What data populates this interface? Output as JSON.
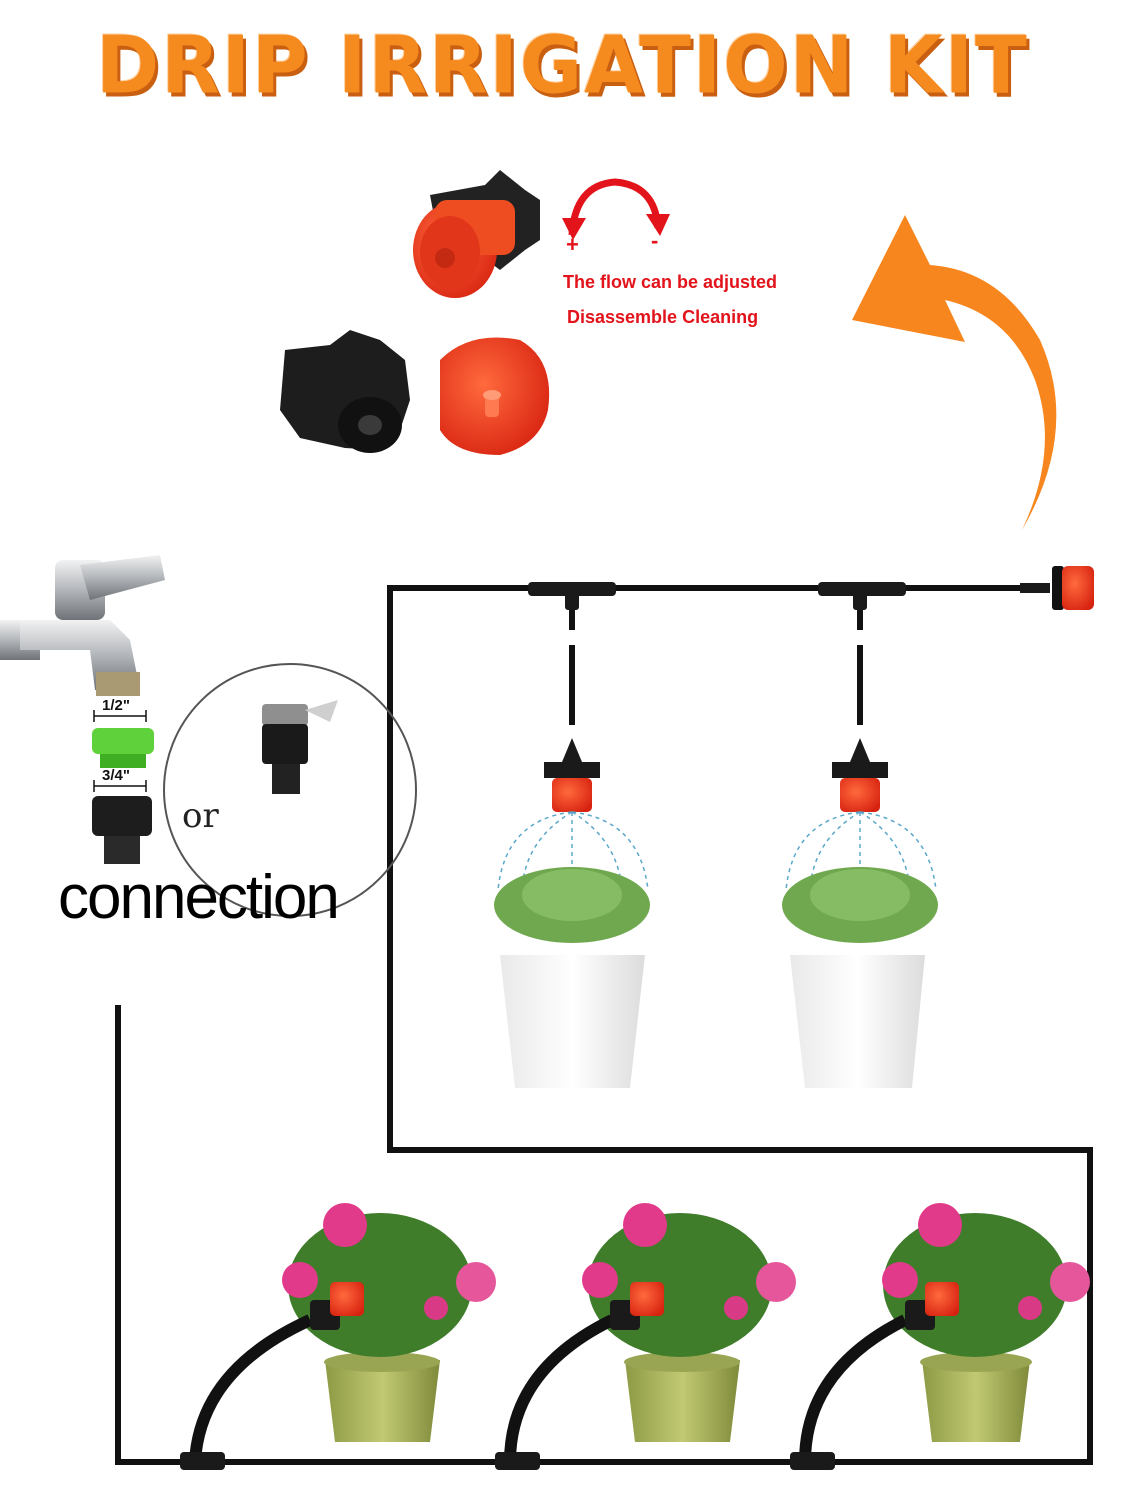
{
  "title": "DRIP IRRIGATION KIT",
  "notes": {
    "flow": "The flow can be adjusted",
    "cleaning": "Disassemble  Cleaning",
    "plus": "+",
    "minus": "-"
  },
  "adapter": {
    "size_top": "1/2\"",
    "size_bottom": "3/4\"",
    "or": "or",
    "connection": "connection"
  },
  "colors": {
    "title": "#f58a1f",
    "arrow": "#f7861e",
    "note": "#e3131b",
    "dripper": "#e8321c",
    "tube": "#111111",
    "green_adapter": "#5fd13a"
  }
}
